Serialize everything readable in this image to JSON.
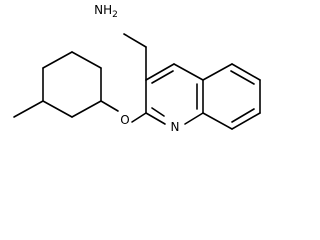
{
  "molecule": {
    "atoms": {
      "amine": "NH2",
      "ether_oxygen": "O",
      "ring_nitrogen": "N"
    }
  },
  "colors": {
    "bond": "#000000",
    "label": "#000000",
    "background": "#ffffff"
  }
}
